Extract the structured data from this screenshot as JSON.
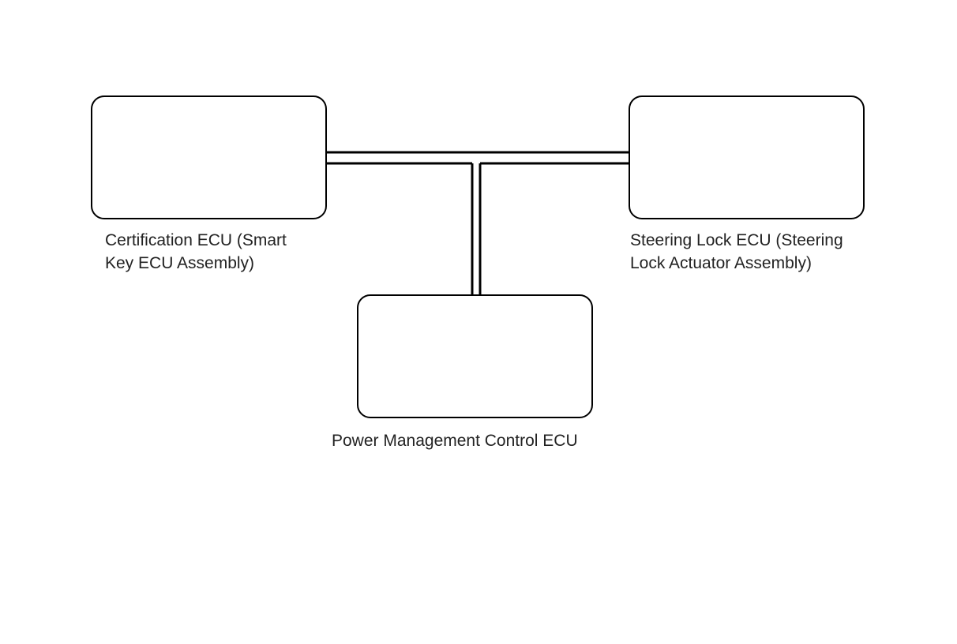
{
  "diagram": {
    "type": "bus-topology",
    "nodes": [
      {
        "id": "certification-ecu",
        "label_lines": [
          "Certification ECU (Smart",
          "Key ECU Assembly)"
        ]
      },
      {
        "id": "steering-lock-ecu",
        "label_lines": [
          "Steering Lock ECU (Steering",
          "Lock Actuator Assembly)"
        ]
      },
      {
        "id": "power-management-ecu",
        "label_lines": [
          "Power Management Control ECU"
        ]
      }
    ],
    "connections": [
      {
        "from": "certification-ecu",
        "to": "steering-lock-ecu",
        "style": "double-line bus"
      },
      {
        "from": "bus-junction",
        "to": "power-management-ecu",
        "style": "double-line bus"
      }
    ],
    "colors": {
      "stroke": "#000000",
      "background": "#ffffff",
      "text": "#222222"
    }
  }
}
